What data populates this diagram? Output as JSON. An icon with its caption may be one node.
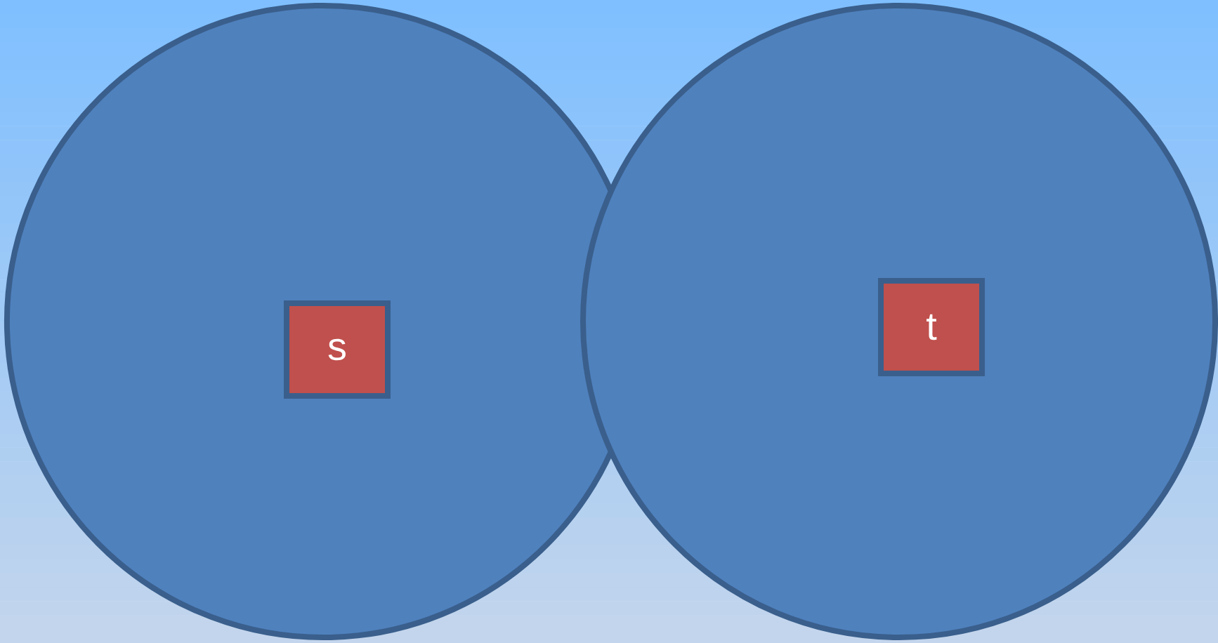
{
  "diagram": {
    "nodes": [
      {
        "text": [],
        "shape": "circle"
      },
      {
        "text": [
          "s"
        ],
        "in": 0
      },
      {
        "text": [],
        "shape": "circle"
      },
      {
        "text": [
          "t"
        ],
        "in": 2
      }
    ]
  }
}
